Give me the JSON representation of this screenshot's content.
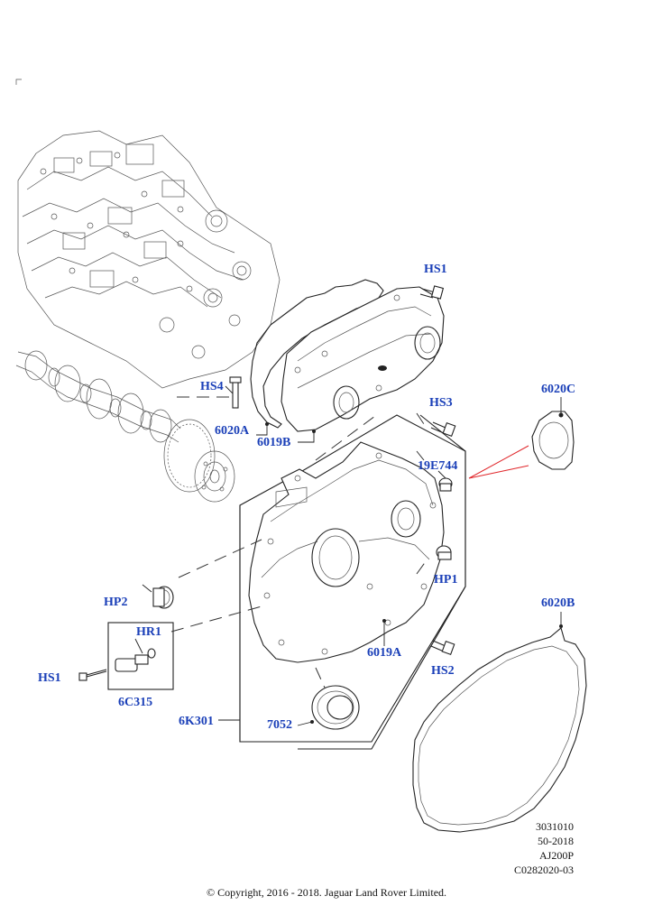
{
  "callouts": {
    "hs1_top": "HS1",
    "hs4": "HS4",
    "hs3": "HS3",
    "c6020c": "6020C",
    "c19e744": "19E744",
    "c6020a": "6020A",
    "c6019b": "6019B",
    "hp1": "HP1",
    "hp2": "HP2",
    "hr1": "HR1",
    "hs1_left": "HS1",
    "c6c315": "6C315",
    "c6020b": "6020B",
    "c6019a": "6019A",
    "hs2": "HS2",
    "c6k301": "6K301",
    "c7052": "7052"
  },
  "meta": {
    "line1": "3031010",
    "line2": "50-2018",
    "line3": "AJ200P",
    "line4": "C0282020-03"
  },
  "copyright": "© Copyright, 2016 - 2018. Jaguar Land Rover Limited."
}
